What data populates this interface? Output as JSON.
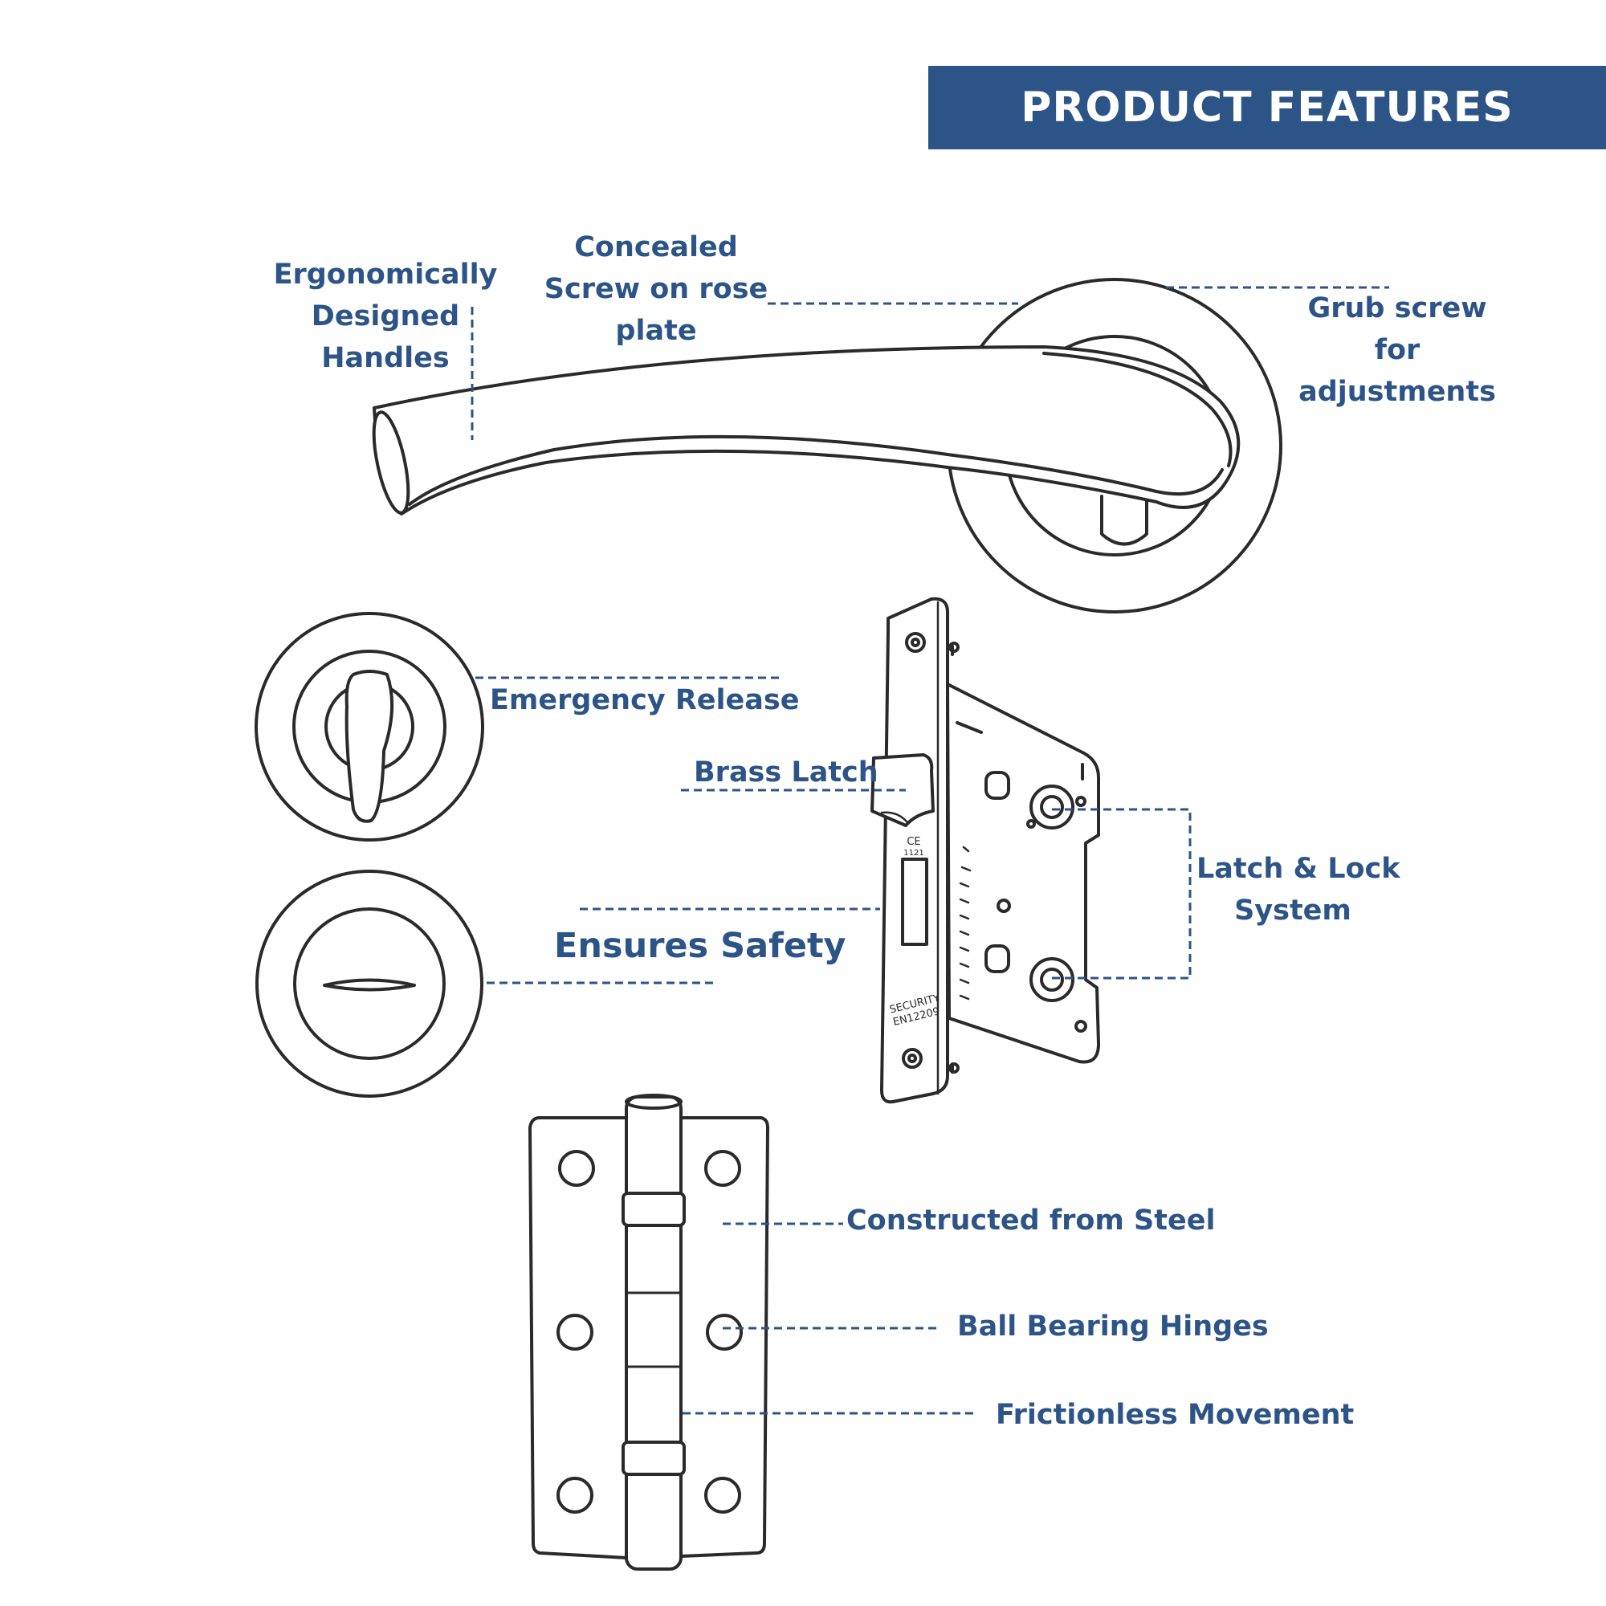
{
  "header": {
    "title": "PRODUCT FEATURES"
  },
  "colors": {
    "accent": "#2d5487",
    "line_art": "#2a2a2a",
    "background": "#ffffff"
  },
  "labels": {
    "ergonomic": [
      "Ergonomically",
      "Designed",
      "Handles"
    ],
    "concealed": [
      "Concealed",
      "Screw on rose",
      "plate"
    ],
    "grub": [
      "Grub screw",
      "for",
      "adjustments"
    ],
    "emergency": "Emergency Release",
    "brass_latch": "Brass Latch",
    "ensures_safety": "Ensures Safety",
    "latch_lock": [
      "Latch & Lock",
      "System"
    ],
    "steel": "Constructed from Steel",
    "ball_bearing": "Ball Bearing Hinges",
    "frictionless": "Frictionless Movement"
  },
  "lock_case": {
    "mark_ce": "CE",
    "mark_num": "1121",
    "mark_text_1": "SECURITY",
    "mark_text_2": "EN12209"
  }
}
